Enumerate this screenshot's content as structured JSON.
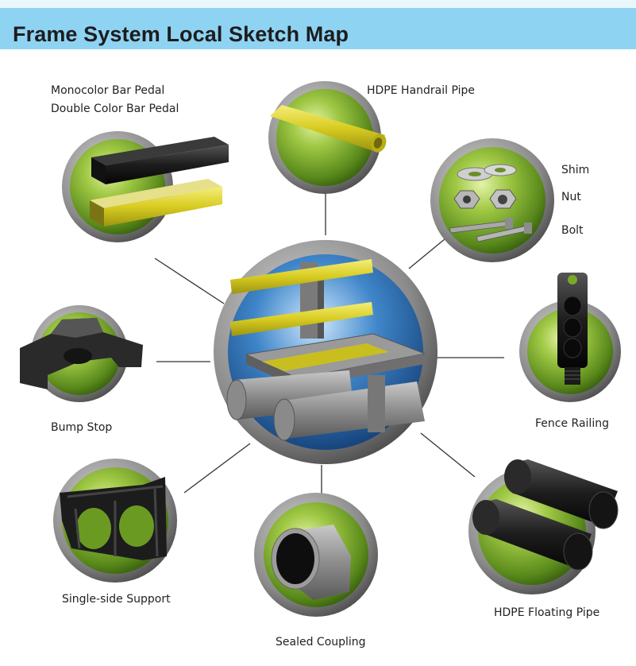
{
  "title": "Frame System Local Sketch Map",
  "labels": {
    "pedal_mono": "Monocolor Bar Pedal",
    "pedal_double": "Double Color Bar Pedal",
    "handrail": "HDPE Handrail Pipe",
    "shim": "Shim",
    "nut": "Nut",
    "bolt": "Bolt",
    "fence": "Fence Railing",
    "floating": "HDPE Floating Pipe",
    "coupling": "Sealed Coupling",
    "support": "Single-side Support",
    "bump": "Bump Stop"
  },
  "colors": {
    "header": "#8fd3f3",
    "globe_green": "#7aa82a",
    "center_blue": "#2b6fb5",
    "handrail_yellow": "#e3d82a"
  }
}
